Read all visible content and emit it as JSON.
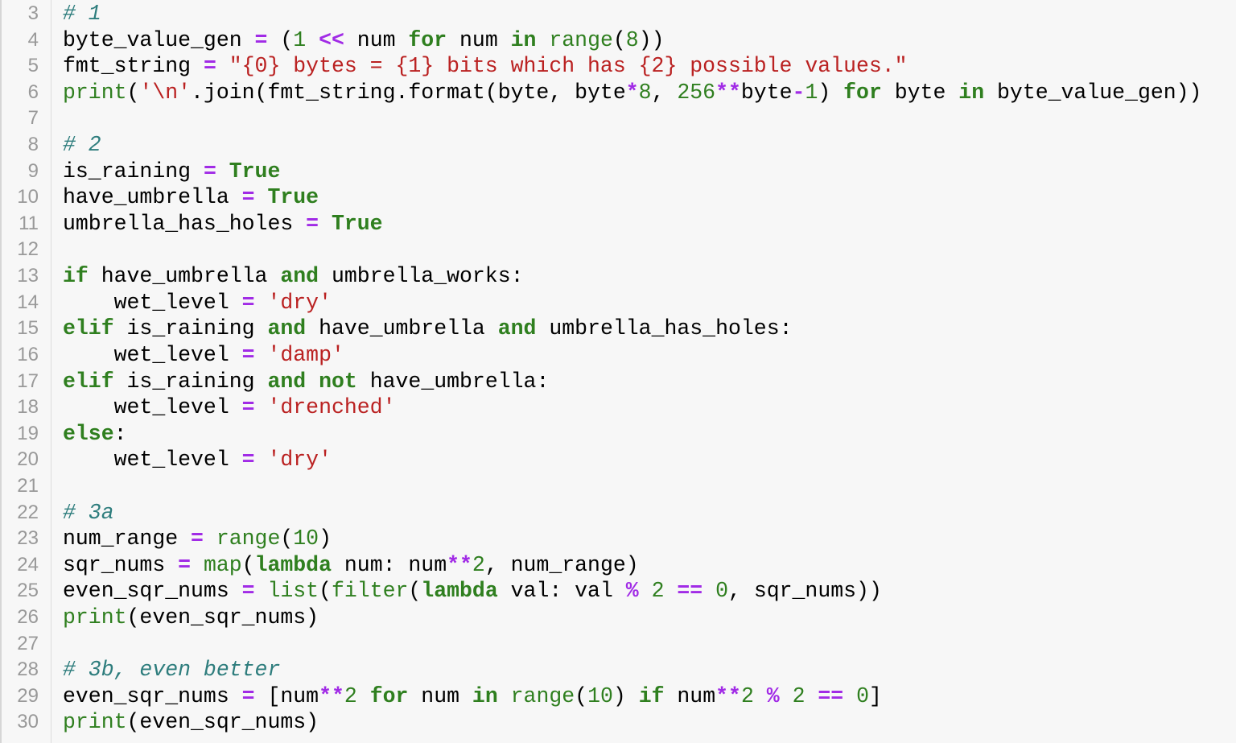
{
  "editor": {
    "language": "python",
    "colors": {
      "background": "#f7f7f7",
      "line_number": "#999999",
      "keyword": "#2f7f1f",
      "builtin": "#2f7f1f",
      "number": "#2f7f1f",
      "operator": "#a12be6",
      "string": "#ba2121",
      "comment": "#2e7d7d",
      "text": "#000000"
    },
    "lines": [
      {
        "n": "3",
        "tokens": [
          [
            "cm",
            "# 1"
          ]
        ]
      },
      {
        "n": "4",
        "tokens": [
          [
            "p",
            "byte_value_gen "
          ],
          [
            "op",
            "="
          ],
          [
            "p",
            " ("
          ],
          [
            "num",
            "1"
          ],
          [
            "p",
            " "
          ],
          [
            "op",
            "<<"
          ],
          [
            "p",
            " num "
          ],
          [
            "kw",
            "for"
          ],
          [
            "p",
            " num "
          ],
          [
            "kw",
            "in"
          ],
          [
            "p",
            " "
          ],
          [
            "bi",
            "range"
          ],
          [
            "p",
            "("
          ],
          [
            "num",
            "8"
          ],
          [
            "p",
            "))"
          ]
        ]
      },
      {
        "n": "5",
        "tokens": [
          [
            "p",
            "fmt_string "
          ],
          [
            "op",
            "="
          ],
          [
            "p",
            " "
          ],
          [
            "str",
            "\"{0} bytes = {1} bits which has {2} possible values.\""
          ]
        ]
      },
      {
        "n": "6",
        "tokens": [
          [
            "bi",
            "print"
          ],
          [
            "p",
            "("
          ],
          [
            "str",
            "'\\n'"
          ],
          [
            "p",
            ".join(fmt_string.format(byte, byte"
          ],
          [
            "op",
            "*"
          ],
          [
            "num",
            "8"
          ],
          [
            "p",
            ", "
          ],
          [
            "num",
            "256"
          ],
          [
            "op",
            "**"
          ],
          [
            "p",
            "byte"
          ],
          [
            "op",
            "-"
          ],
          [
            "num",
            "1"
          ],
          [
            "p",
            ") "
          ],
          [
            "kw",
            "for"
          ],
          [
            "p",
            " byte "
          ],
          [
            "kw",
            "in"
          ],
          [
            "p",
            " byte_value_gen))"
          ]
        ]
      },
      {
        "n": "7",
        "tokens": []
      },
      {
        "n": "8",
        "tokens": [
          [
            "cm",
            "# 2"
          ]
        ]
      },
      {
        "n": "9",
        "tokens": [
          [
            "p",
            "is_raining "
          ],
          [
            "op",
            "="
          ],
          [
            "p",
            " "
          ],
          [
            "kw",
            "True"
          ]
        ]
      },
      {
        "n": "10",
        "tokens": [
          [
            "p",
            "have_umbrella "
          ],
          [
            "op",
            "="
          ],
          [
            "p",
            " "
          ],
          [
            "kw",
            "True"
          ]
        ]
      },
      {
        "n": "11",
        "tokens": [
          [
            "p",
            "umbrella_has_holes "
          ],
          [
            "op",
            "="
          ],
          [
            "p",
            " "
          ],
          [
            "kw",
            "True"
          ]
        ]
      },
      {
        "n": "12",
        "tokens": []
      },
      {
        "n": "13",
        "tokens": [
          [
            "kw",
            "if"
          ],
          [
            "p",
            " have_umbrella "
          ],
          [
            "kw",
            "and"
          ],
          [
            "p",
            " umbrella_works:"
          ]
        ]
      },
      {
        "n": "14",
        "tokens": [
          [
            "p",
            "    wet_level "
          ],
          [
            "op",
            "="
          ],
          [
            "p",
            " "
          ],
          [
            "str",
            "'dry'"
          ]
        ]
      },
      {
        "n": "15",
        "tokens": [
          [
            "kw",
            "elif"
          ],
          [
            "p",
            " is_raining "
          ],
          [
            "kw",
            "and"
          ],
          [
            "p",
            " have_umbrella "
          ],
          [
            "kw",
            "and"
          ],
          [
            "p",
            " umbrella_has_holes:"
          ]
        ]
      },
      {
        "n": "16",
        "tokens": [
          [
            "p",
            "    wet_level "
          ],
          [
            "op",
            "="
          ],
          [
            "p",
            " "
          ],
          [
            "str",
            "'damp'"
          ]
        ]
      },
      {
        "n": "17",
        "tokens": [
          [
            "kw",
            "elif"
          ],
          [
            "p",
            " is_raining "
          ],
          [
            "kw",
            "and"
          ],
          [
            "p",
            " "
          ],
          [
            "kw",
            "not"
          ],
          [
            "p",
            " have_umbrella:"
          ]
        ]
      },
      {
        "n": "18",
        "tokens": [
          [
            "p",
            "    wet_level "
          ],
          [
            "op",
            "="
          ],
          [
            "p",
            " "
          ],
          [
            "str",
            "'drenched'"
          ]
        ]
      },
      {
        "n": "19",
        "tokens": [
          [
            "kw",
            "else"
          ],
          [
            "p",
            ":"
          ]
        ]
      },
      {
        "n": "20",
        "tokens": [
          [
            "p",
            "    wet_level "
          ],
          [
            "op",
            "="
          ],
          [
            "p",
            " "
          ],
          [
            "str",
            "'dry'"
          ]
        ]
      },
      {
        "n": "21",
        "tokens": []
      },
      {
        "n": "22",
        "tokens": [
          [
            "cm",
            "# 3a"
          ]
        ]
      },
      {
        "n": "23",
        "tokens": [
          [
            "p",
            "num_range "
          ],
          [
            "op",
            "="
          ],
          [
            "p",
            " "
          ],
          [
            "bi",
            "range"
          ],
          [
            "p",
            "("
          ],
          [
            "num",
            "10"
          ],
          [
            "p",
            ")"
          ]
        ]
      },
      {
        "n": "24",
        "tokens": [
          [
            "p",
            "sqr_nums "
          ],
          [
            "op",
            "="
          ],
          [
            "p",
            " "
          ],
          [
            "bi",
            "map"
          ],
          [
            "p",
            "("
          ],
          [
            "kw",
            "lambda"
          ],
          [
            "p",
            " num: num"
          ],
          [
            "op",
            "**"
          ],
          [
            "num",
            "2"
          ],
          [
            "p",
            ", num_range)"
          ]
        ]
      },
      {
        "n": "25",
        "tokens": [
          [
            "p",
            "even_sqr_nums "
          ],
          [
            "op",
            "="
          ],
          [
            "p",
            " "
          ],
          [
            "bi",
            "list"
          ],
          [
            "p",
            "("
          ],
          [
            "bi",
            "filter"
          ],
          [
            "p",
            "("
          ],
          [
            "kw",
            "lambda"
          ],
          [
            "p",
            " val: val "
          ],
          [
            "op",
            "%"
          ],
          [
            "p",
            " "
          ],
          [
            "num",
            "2"
          ],
          [
            "p",
            " "
          ],
          [
            "op",
            "=="
          ],
          [
            "p",
            " "
          ],
          [
            "num",
            "0"
          ],
          [
            "p",
            ", sqr_nums))"
          ]
        ]
      },
      {
        "n": "26",
        "tokens": [
          [
            "bi",
            "print"
          ],
          [
            "p",
            "(even_sqr_nums)"
          ]
        ]
      },
      {
        "n": "27",
        "tokens": []
      },
      {
        "n": "28",
        "tokens": [
          [
            "cm",
            "# 3b, even better"
          ]
        ]
      },
      {
        "n": "29",
        "tokens": [
          [
            "p",
            "even_sqr_nums "
          ],
          [
            "op",
            "="
          ],
          [
            "p",
            " [num"
          ],
          [
            "op",
            "**"
          ],
          [
            "num",
            "2"
          ],
          [
            "p",
            " "
          ],
          [
            "kw",
            "for"
          ],
          [
            "p",
            " num "
          ],
          [
            "kw",
            "in"
          ],
          [
            "p",
            " "
          ],
          [
            "bi",
            "range"
          ],
          [
            "p",
            "("
          ],
          [
            "num",
            "10"
          ],
          [
            "p",
            ") "
          ],
          [
            "kw",
            "if"
          ],
          [
            "p",
            " num"
          ],
          [
            "op",
            "**"
          ],
          [
            "num",
            "2"
          ],
          [
            "p",
            " "
          ],
          [
            "op",
            "%"
          ],
          [
            "p",
            " "
          ],
          [
            "num",
            "2"
          ],
          [
            "p",
            " "
          ],
          [
            "op",
            "=="
          ],
          [
            "p",
            " "
          ],
          [
            "num",
            "0"
          ],
          [
            "p",
            "]"
          ]
        ]
      },
      {
        "n": "30",
        "tokens": [
          [
            "bi",
            "print"
          ],
          [
            "p",
            "(even_sqr_nums)"
          ]
        ]
      }
    ]
  }
}
